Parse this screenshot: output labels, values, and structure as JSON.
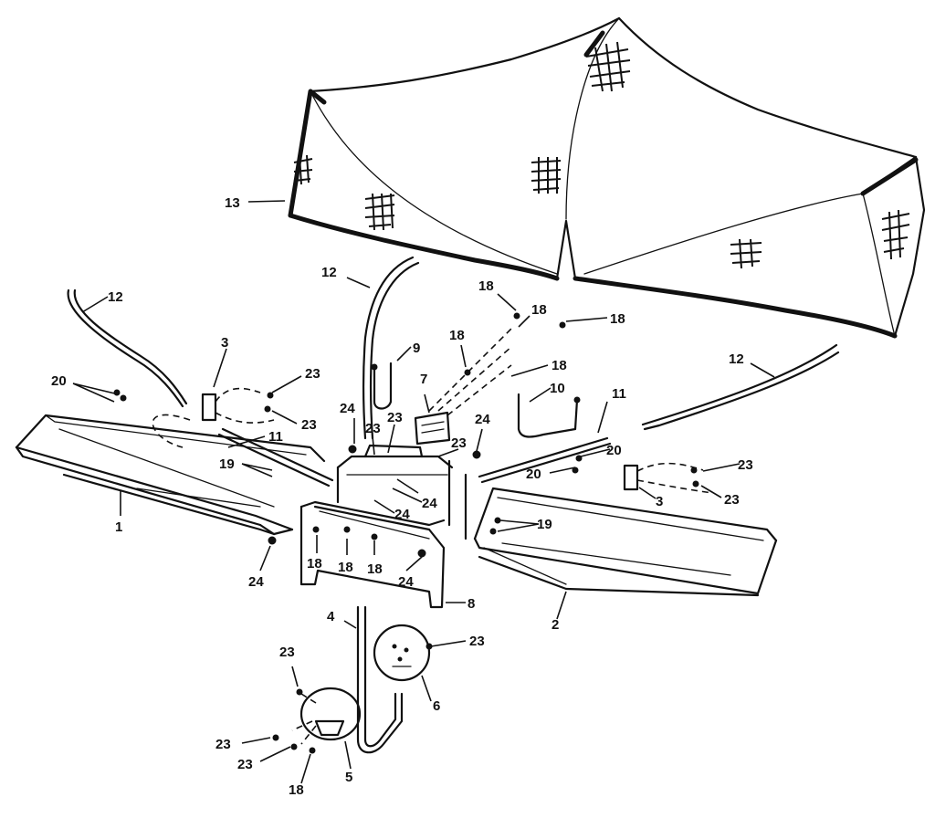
{
  "callouts": [
    {
      "id": "c13",
      "text": "13"
    },
    {
      "id": "c12a",
      "text": "12"
    },
    {
      "id": "c12b",
      "text": "12"
    },
    {
      "id": "c12c",
      "text": "12"
    },
    {
      "id": "c3a",
      "text": "3"
    },
    {
      "id": "c3b",
      "text": "3"
    },
    {
      "id": "c23a",
      "text": "23"
    },
    {
      "id": "c23b",
      "text": "23"
    },
    {
      "id": "c23c",
      "text": "23"
    },
    {
      "id": "c23d",
      "text": "23"
    },
    {
      "id": "c23e",
      "text": "23"
    },
    {
      "id": "c23f",
      "text": "23"
    },
    {
      "id": "c23g",
      "text": "23"
    },
    {
      "id": "c23h",
      "text": "23"
    },
    {
      "id": "c23i",
      "text": "23"
    },
    {
      "id": "c23j",
      "text": "23"
    },
    {
      "id": "c23k",
      "text": "23"
    },
    {
      "id": "c20a",
      "text": "20"
    },
    {
      "id": "c20b",
      "text": "20"
    },
    {
      "id": "c20c",
      "text": "20"
    },
    {
      "id": "c11a",
      "text": "11"
    },
    {
      "id": "c11b",
      "text": "11"
    },
    {
      "id": "c19a",
      "text": "19"
    },
    {
      "id": "c19b",
      "text": "19"
    },
    {
      "id": "c1",
      "text": "1"
    },
    {
      "id": "c2",
      "text": "2"
    },
    {
      "id": "c24a",
      "text": "24"
    },
    {
      "id": "c24b",
      "text": "24"
    },
    {
      "id": "c24c",
      "text": "24"
    },
    {
      "id": "c24d",
      "text": "24"
    },
    {
      "id": "c24e",
      "text": "24"
    },
    {
      "id": "c24f",
      "text": "24"
    },
    {
      "id": "c18a",
      "text": "18"
    },
    {
      "id": "c18b",
      "text": "18"
    },
    {
      "id": "c18c",
      "text": "18"
    },
    {
      "id": "c18d",
      "text": "18"
    },
    {
      "id": "c18e",
      "text": "18"
    },
    {
      "id": "c18f",
      "text": "18"
    },
    {
      "id": "c18g",
      "text": "18"
    },
    {
      "id": "c18h",
      "text": "18"
    },
    {
      "id": "c18i",
      "text": "18"
    },
    {
      "id": "c9",
      "text": "9"
    },
    {
      "id": "c7",
      "text": "7"
    },
    {
      "id": "c10",
      "text": "10"
    },
    {
      "id": "c8",
      "text": "8"
    },
    {
      "id": "c4",
      "text": "4"
    },
    {
      "id": "c5",
      "text": "5"
    },
    {
      "id": "c6",
      "text": "6"
    }
  ]
}
